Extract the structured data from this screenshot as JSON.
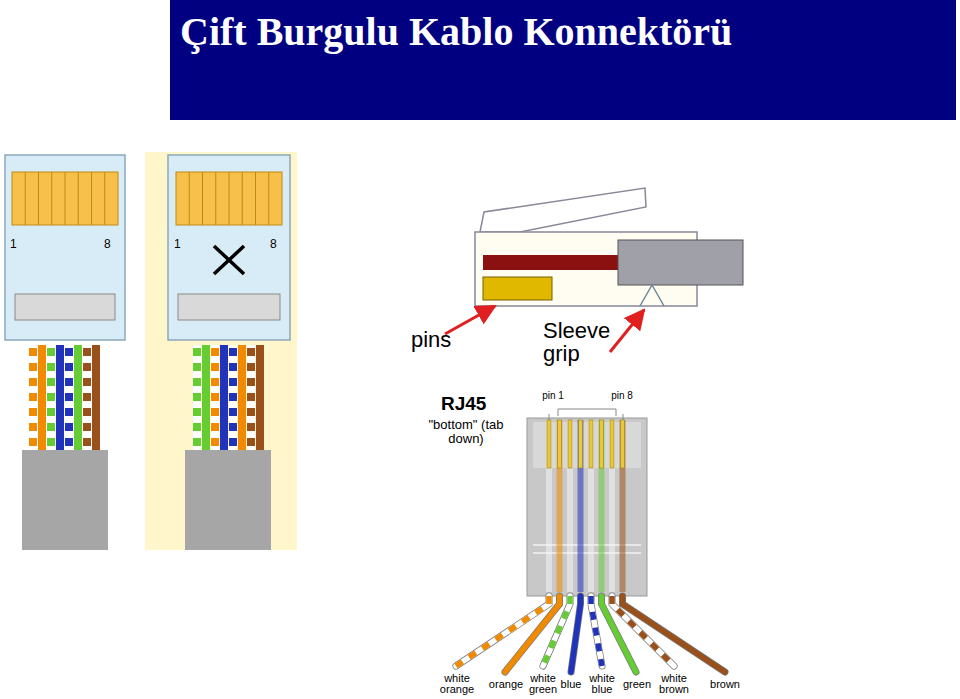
{
  "diagram": {
    "title": "Çift Burgulu Kablo Konnektörü",
    "labels": [
      "1",
      "8",
      "1",
      "8",
      "pins",
      "Sleeve grip",
      "RJ45",
      "\"bottom\" (tab down)",
      "pin 1",
      "pin 8",
      "white orange",
      "orange",
      "white green",
      "blue",
      "white blue",
      "green",
      "white brown",
      "brown"
    ]
  }
}
